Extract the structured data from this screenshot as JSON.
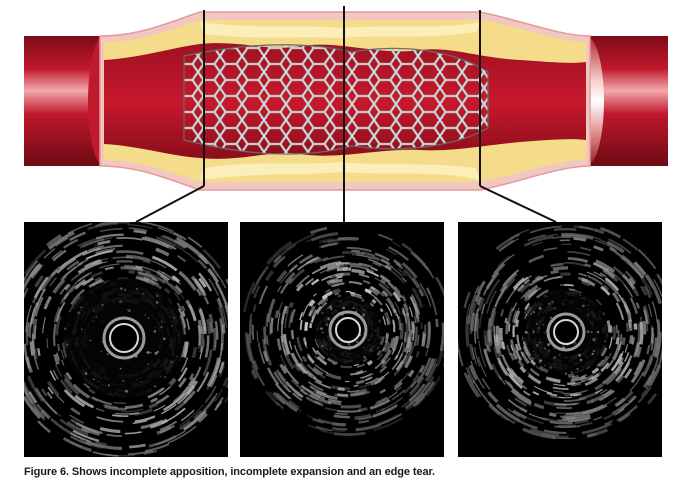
{
  "figure": {
    "caption": "Figure 6. Shows incomplete apposition, incomplete expansion and an edge tear.",
    "colors": {
      "vessel_dark": "#8e0f1d",
      "vessel_mid": "#c0182c",
      "vessel_light": "#e7808a",
      "wall": "#f2c7bf",
      "plaque": "#f4dc8a",
      "plaque_light": "#fbeeb9",
      "stent": "#c8c8c8",
      "stent_edge": "#5a5a5a",
      "section_line": "#111111",
      "panel_bg": "#000000"
    },
    "sections": [
      {
        "id": "incomplete-apposition"
      },
      {
        "id": "incomplete-expansion"
      },
      {
        "id": "edge-tear"
      }
    ]
  }
}
